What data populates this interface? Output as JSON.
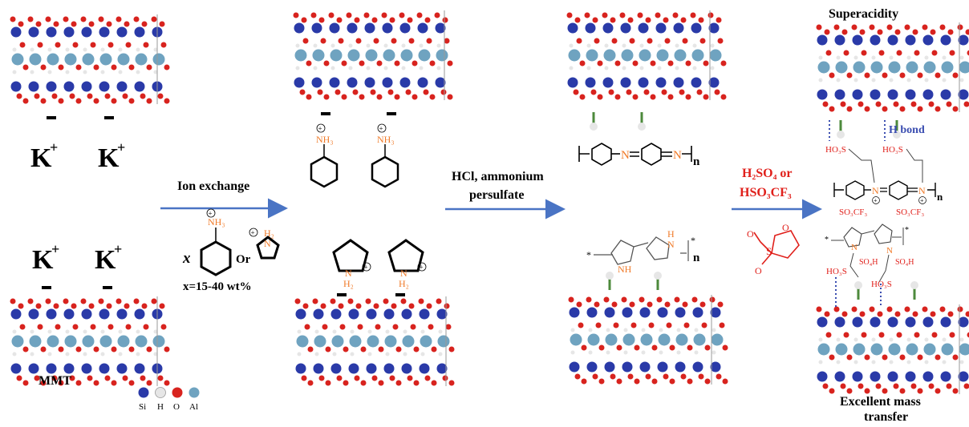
{
  "colors": {
    "si": "#2a3aa8",
    "h": "#e6e6e6",
    "o": "#d8231e",
    "al": "#6fa3c0",
    "arrow": "#4a74c4",
    "orange": "#f07a28",
    "red": "#e0201b",
    "blue_label": "#3a4db0",
    "ink": "#000000",
    "bond_green": "#4d8a3c"
  },
  "labels": {
    "cation_k": "K",
    "cation_plus": "+",
    "negative_sign": "–",
    "mmt": "MMT",
    "legend": [
      "Si",
      "H",
      "O",
      "Al"
    ],
    "superacidity": "Superacidity",
    "excellent_1": "Excellent mass",
    "excellent_2": "transfer",
    "h_bond": "H bond"
  },
  "steps": [
    {
      "line1": "Ion exchange",
      "line2": ""
    },
    {
      "line1": "HCl, ammonium",
      "line2": "persulfate"
    },
    {
      "line1": "H₂SO₄ or",
      "line2": "HSO₃CF₃"
    }
  ],
  "reagents": {
    "x": "x",
    "or": "Or",
    "nh3": "NH₃",
    "h2": "H₂",
    "n": "N",
    "h": "H",
    "loading": "x=15-40 wt%"
  },
  "polymer": {
    "n": "n",
    "star": "*",
    "nh": "NH",
    "ho3s": "HO₃S",
    "so3cf3": "SO₃CF₃",
    "so4h": "SO₄H",
    "nplus": "N"
  }
}
